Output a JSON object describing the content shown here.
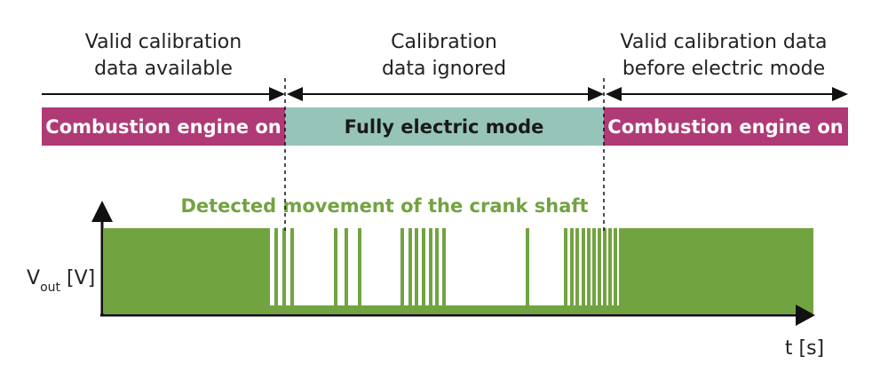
{
  "colors": {
    "engine": "#b03a76",
    "electric": "#97c4b8",
    "signal": "#72a341",
    "line": "#111111",
    "engine_text": "#ffffff",
    "electric_text": "#1a1a1a"
  },
  "phases": [
    {
      "line1": "Valid calibration",
      "line2": "data available"
    },
    {
      "line1": "Calibration",
      "line2": "data ignored"
    },
    {
      "line1": "Valid calibration data",
      "line2": "before electric mode"
    }
  ],
  "modes": [
    {
      "label": "Combustion engine on"
    },
    {
      "label": "Fully electric mode"
    },
    {
      "label": "Combustion engine on"
    }
  ],
  "signal": {
    "title": "Detected movement of the crank shaft"
  },
  "axes": {
    "y_label_main": "V",
    "y_label_sub": "out",
    "y_label_unit": " [V]",
    "x_label": "t [s]"
  }
}
